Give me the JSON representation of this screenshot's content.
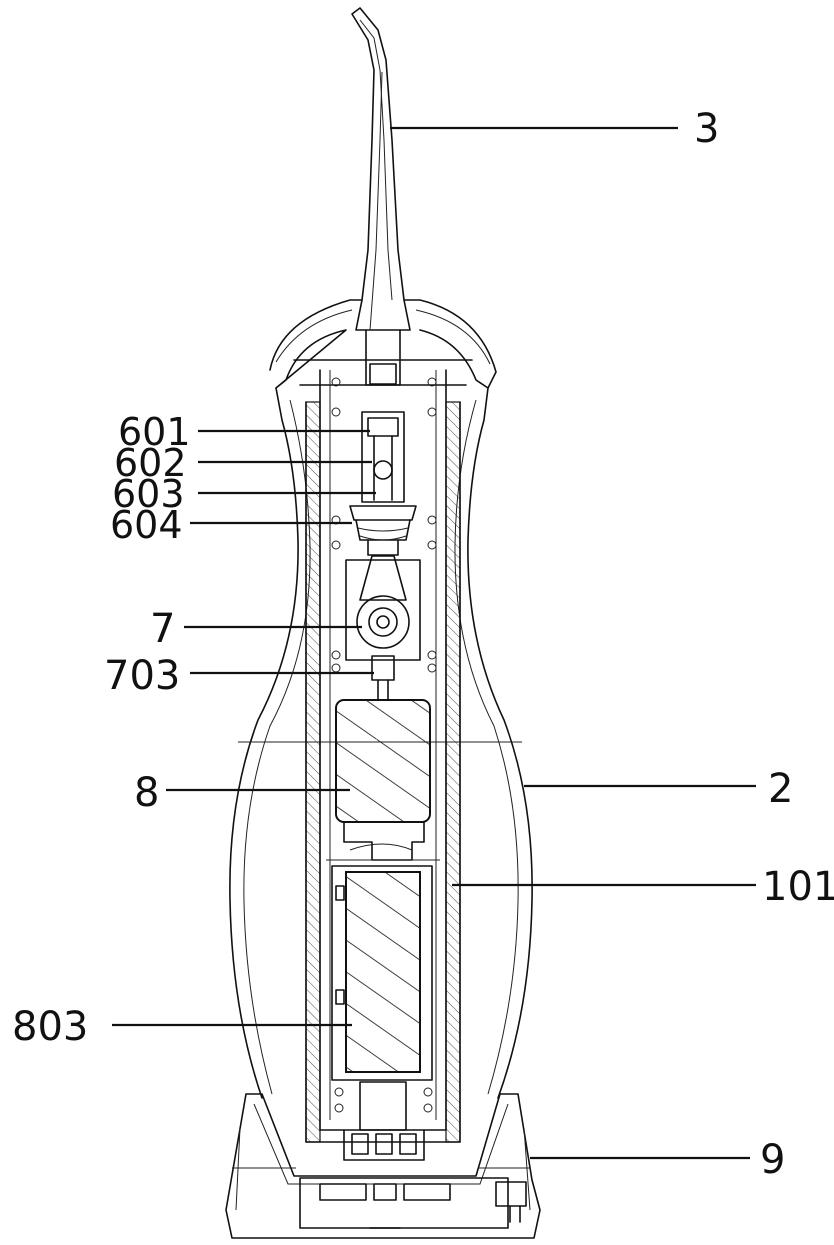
{
  "figure": {
    "labels": [
      {
        "id": "3",
        "text": "3"
      },
      {
        "id": "601",
        "text": "601"
      },
      {
        "id": "602",
        "text": "602"
      },
      {
        "id": "603",
        "text": "603"
      },
      {
        "id": "604",
        "text": "604"
      },
      {
        "id": "7",
        "text": "7"
      },
      {
        "id": "703",
        "text": "703"
      },
      {
        "id": "8",
        "text": "8"
      },
      {
        "id": "2",
        "text": "2"
      },
      {
        "id": "101",
        "text": "101"
      },
      {
        "id": "803",
        "text": "803"
      },
      {
        "id": "9",
        "text": "9"
      }
    ]
  }
}
